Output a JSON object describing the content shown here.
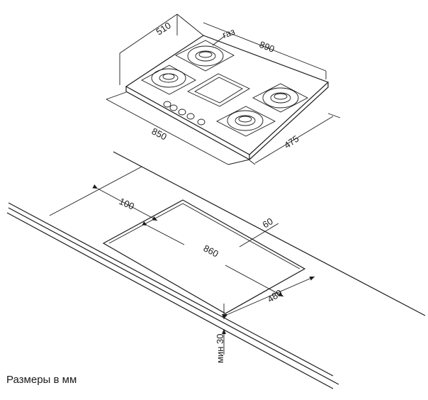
{
  "hob": {
    "gas_label": "газ",
    "dims": {
      "depth": "510",
      "width_outer": "890",
      "width": "850",
      "depth_outer": "475"
    }
  },
  "cutout": {
    "dims": {
      "offset": "100",
      "back_margin": "60",
      "length": "860",
      "depth": "480",
      "min_thickness": "мин 30"
    }
  },
  "caption": "Размеры в мм"
}
